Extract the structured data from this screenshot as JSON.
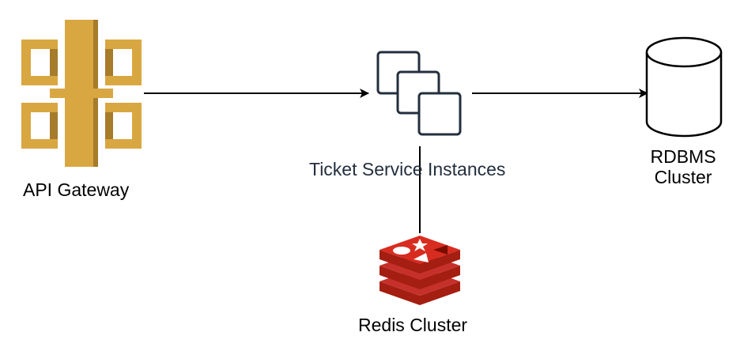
{
  "diagram": {
    "nodes": {
      "api_gateway": {
        "label": "API Gateway",
        "icon": "api-gateway-icon",
        "color": "#D9A741",
        "color_dark": "#A67B2A"
      },
      "ticket_service": {
        "label": "Ticket Service Instances",
        "icon": "service-instances-icon",
        "color": "#232F3E"
      },
      "rdbms": {
        "label_line1": "RDBMS",
        "label_line2": "Cluster",
        "icon": "database-cylinder-icon",
        "color": "#000000"
      },
      "redis": {
        "label": "Redis Cluster",
        "icon": "redis-icon",
        "color": "#C6302B",
        "color_dark": "#A41E11"
      }
    },
    "edges": [
      {
        "from": "API Gateway",
        "to": "Ticket Service Instances",
        "style": "arrow"
      },
      {
        "from": "Ticket Service Instances",
        "to": "RDBMS Cluster",
        "style": "arrow"
      },
      {
        "from": "Ticket Service Instances",
        "to": "Redis Cluster",
        "style": "line"
      }
    ]
  }
}
